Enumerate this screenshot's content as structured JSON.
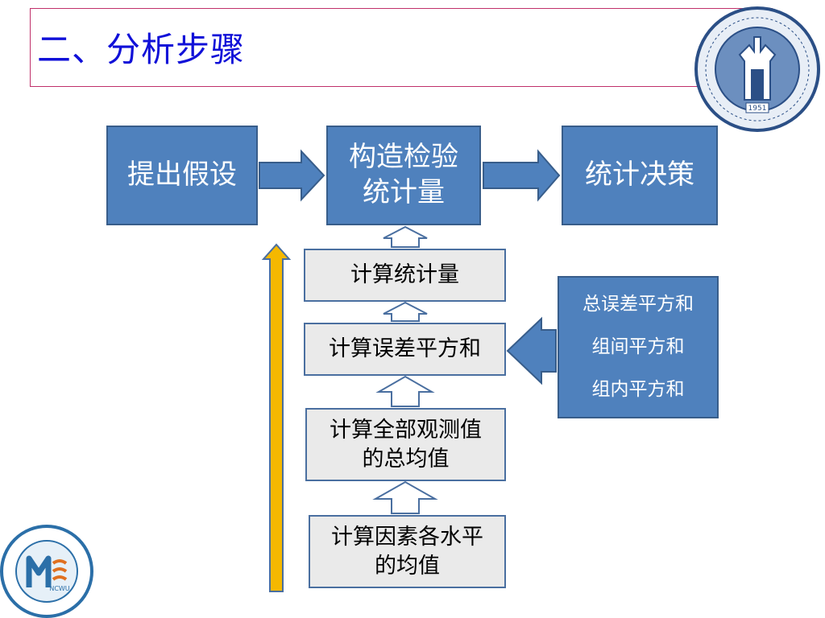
{
  "slide": {
    "title": "二、分析步骤"
  },
  "flow": {
    "step_hypothesis": "提出假设",
    "step_construct": "构造检验统计量",
    "step_decision": "统计决策"
  },
  "calc_steps": {
    "calc_statistic": "计算统计量",
    "calc_sum_squares": "计算误差平方和",
    "calc_overall_mean_l1": "计算全部观测值",
    "calc_overall_mean_l2": "的总均值",
    "calc_factor_mean_l1": "计算因素各水平",
    "calc_factor_mean_l2": "的均值"
  },
  "sum_squares_box": {
    "items": [
      "总误差平方和",
      "组间平方和",
      "组内平方和"
    ]
  },
  "logos": {
    "university_year": "1951",
    "school_abbr": "NCWU"
  },
  "colors": {
    "blue_fill": "#4f81bd",
    "blue_border": "#385d8a",
    "gray_fill": "#eaeaea",
    "title_blue": "#1010d8",
    "up_arrow": "#f5b800"
  }
}
